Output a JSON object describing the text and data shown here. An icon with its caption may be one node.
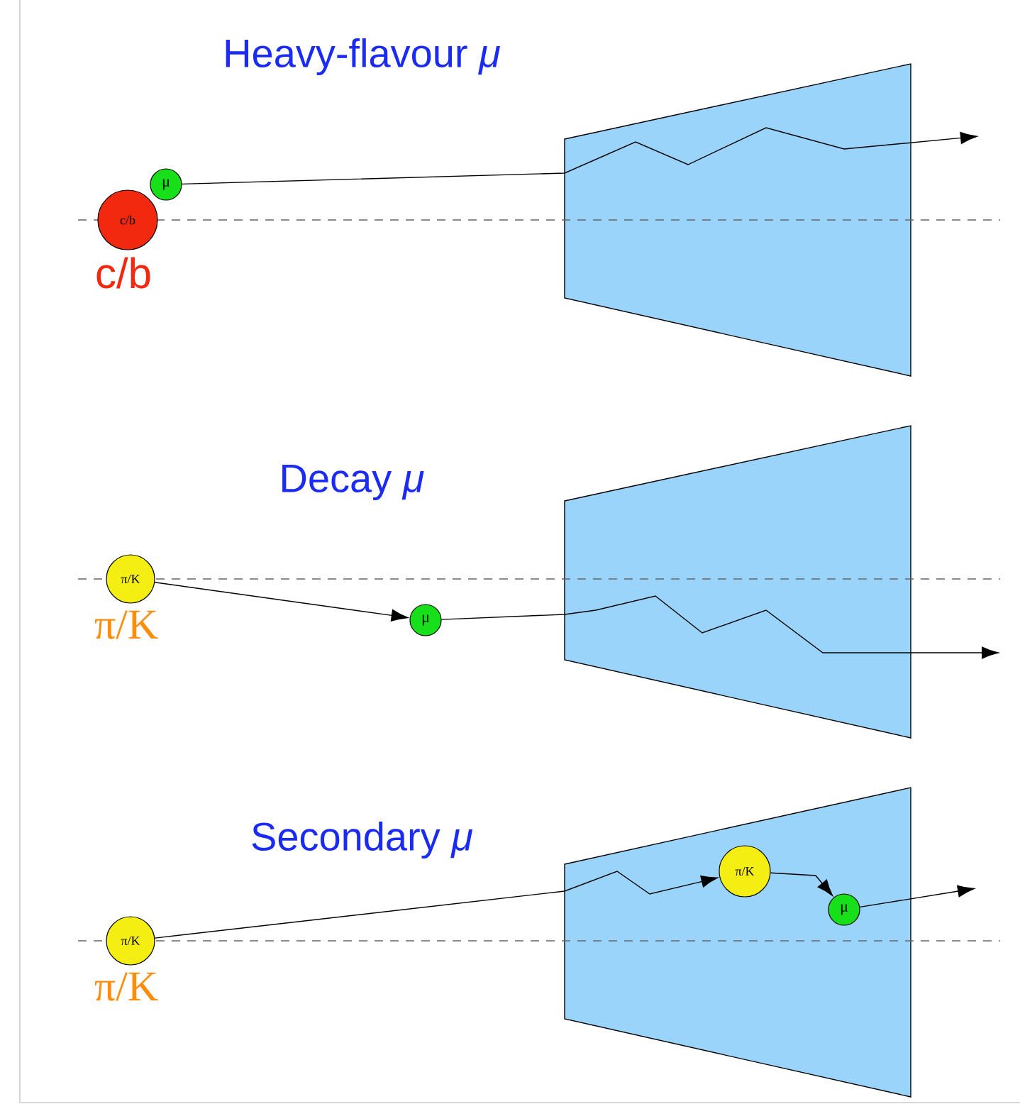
{
  "diagram": {
    "nodes": [
      {
        "text": [
          "c/b"
        ],
        "beside": [
          "c/b"
        ]
      },
      {
        "text": [
          "μ"
        ]
      },
      {
        "text": [],
        "shape": "trapezoid"
      },
      {
        "text": [
          "π/K"
        ],
        "beside": [
          "π/K"
        ]
      },
      {
        "text": [
          "μ"
        ]
      },
      {
        "text": [],
        "shape": "trapezoid"
      },
      {
        "text": [
          "π/K"
        ],
        "beside": [
          "π/K"
        ]
      },
      {
        "text": [],
        "shape": "trapezoid"
      },
      {
        "text": [
          "π/K"
        ],
        "in": 7
      },
      {
        "text": [
          "μ"
        ],
        "in": 7
      }
    ],
    "edges": [
      {
        "from": 1,
        "to": null,
        "arrow": "to"
      },
      {
        "from": 3,
        "to": 4,
        "arrow": "to"
      },
      {
        "from": 4,
        "to": null,
        "arrow": "to"
      },
      {
        "from": 6,
        "to": 8,
        "arrow": "to"
      },
      {
        "from": 8,
        "to": 9,
        "arrow": "to"
      },
      {
        "from": 9,
        "to": null,
        "arrow": "to"
      }
    ],
    "labels": [
      "Heavy-flavour *μ*",
      "Decay *μ*",
      "Secondary *μ*"
    ]
  }
}
